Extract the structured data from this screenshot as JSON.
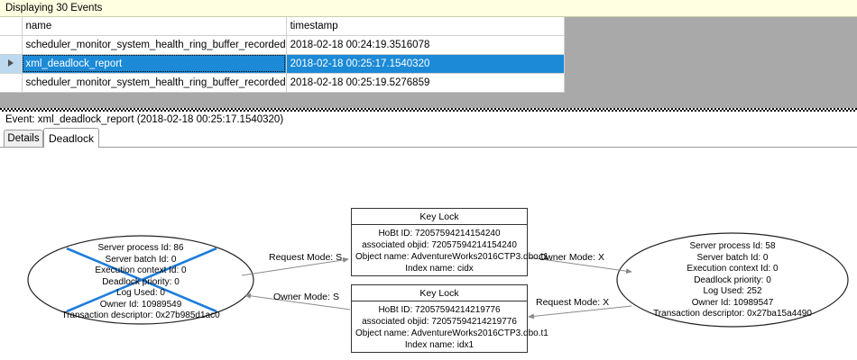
{
  "status": {
    "text": "Displaying 30 Events"
  },
  "grid": {
    "columns": [
      "",
      "name",
      "timestamp"
    ],
    "rows": [
      {
        "selector": "",
        "name": "scheduler_monitor_system_health_ring_buffer_recorded",
        "timestamp": "2018-02-18 00:24:19.3516078",
        "selected": false
      },
      {
        "selector": "row-arrow",
        "name": "xml_deadlock_report",
        "timestamp": "2018-02-18 00:25:17.1540320",
        "selected": true
      },
      {
        "selector": "",
        "name": "scheduler_monitor_system_health_ring_buffer_recorded",
        "timestamp": "2018-02-18 00:25:19.5276859",
        "selected": false
      }
    ]
  },
  "event_caption": {
    "text": "Event: xml_deadlock_report (2018-02-18 00:25:17.1540320)"
  },
  "tabs": [
    {
      "label": "Details",
      "active": false
    },
    {
      "label": "Deadlock",
      "active": true
    }
  ],
  "deadlock": {
    "processes": [
      {
        "id": "left",
        "victim": true,
        "lines": [
          "Server process Id: 86",
          "Server batch Id: 0",
          "Execution context Id: 0",
          "Deadlock priority: 0",
          "Log Used: 0",
          "Owner Id: 10989549",
          "Transaction descriptor: 0x27b985d1ac0"
        ]
      },
      {
        "id": "right",
        "victim": false,
        "lines": [
          "Server process Id: 58",
          "Server batch Id: 0",
          "Execution context Id: 0",
          "Deadlock priority: 0",
          "Log Used: 252",
          "Owner Id: 10989547",
          "Transaction descriptor: 0x27ba15a4490"
        ]
      }
    ],
    "resources": [
      {
        "id": "top",
        "title": "Key Lock",
        "lines": [
          "HoBt ID: 72057594214154240",
          "associated objid: 72057594214154240",
          "Object name: AdventureWorks2016CTP3.dbo.t1",
          "Index name: cidx"
        ]
      },
      {
        "id": "bottom",
        "title": "Key Lock",
        "lines": [
          "HoBt ID: 72057594214219776",
          "associated objid: 72057594214219776",
          "Object name: AdventureWorks2016CTP3.dbo.t1",
          "Index name: idx1"
        ]
      }
    ],
    "edges": [
      {
        "id": "left-request-top",
        "label": "Request Mode: S"
      },
      {
        "id": "top-owner-right",
        "label": "Owner Mode: X"
      },
      {
        "id": "bottom-owner-left",
        "label": "Owner Mode: S"
      },
      {
        "id": "right-request-bottom",
        "label": "Request Mode: X"
      }
    ],
    "colors": {
      "victim_cross": "#1f7ddb",
      "node_stroke": "#333333",
      "edge_stroke": "#808080",
      "selection": "#1c8ad6"
    }
  }
}
